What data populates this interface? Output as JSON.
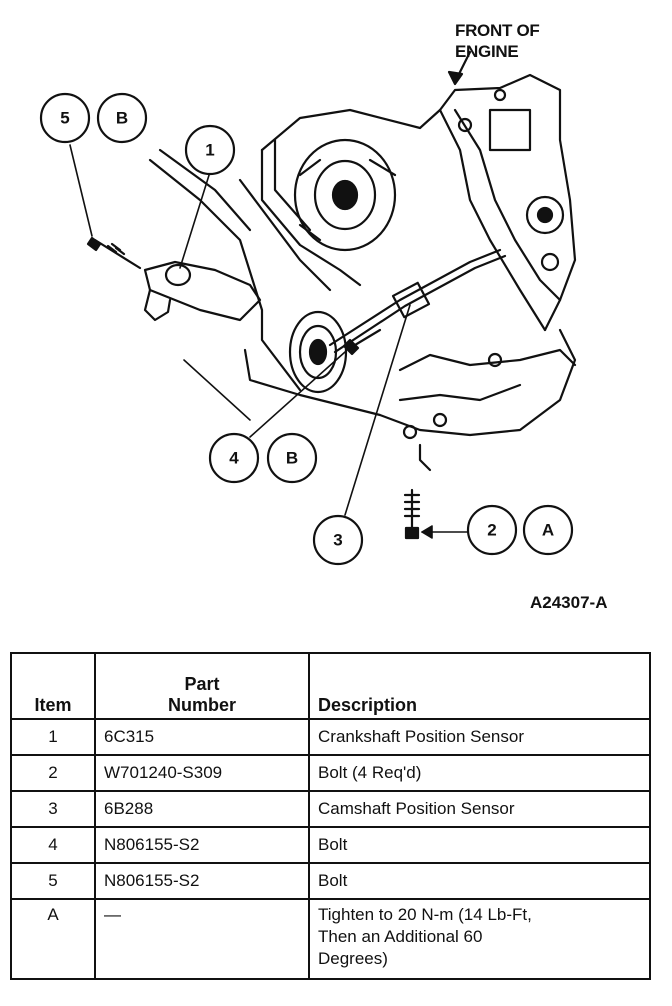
{
  "figure": {
    "front_label_line1": "FRONT OF",
    "front_label_line2": "ENGINE",
    "figure_id": "A24307-A",
    "callouts": {
      "c5": "5",
      "cB_top": "B",
      "c1": "1",
      "c4": "4",
      "cB_mid": "B",
      "c3": "3",
      "c2": "2",
      "cA": "A"
    }
  },
  "table": {
    "headers": {
      "item": "Item",
      "part_line1": "Part",
      "part_line2": "Number",
      "description": "Description"
    },
    "rows": [
      {
        "item": "1",
        "part": "6C315",
        "description": "Crankshaft Position Sensor"
      },
      {
        "item": "2",
        "part": "W701240-S309",
        "description": "Bolt (4 Req'd)"
      },
      {
        "item": "3",
        "part": "6B288",
        "description": "Camshaft Position Sensor"
      },
      {
        "item": "4",
        "part": "N806155-S2",
        "description": "Bolt"
      },
      {
        "item": "5",
        "part": "N806155-S2",
        "description": "Bolt"
      },
      {
        "item": "A",
        "part": "—",
        "description_line1": "Tighten to 20 N-m (14 Lb-Ft,",
        "description_line2": "Then an Additional 60",
        "description_line3": "Degrees)"
      }
    ]
  }
}
